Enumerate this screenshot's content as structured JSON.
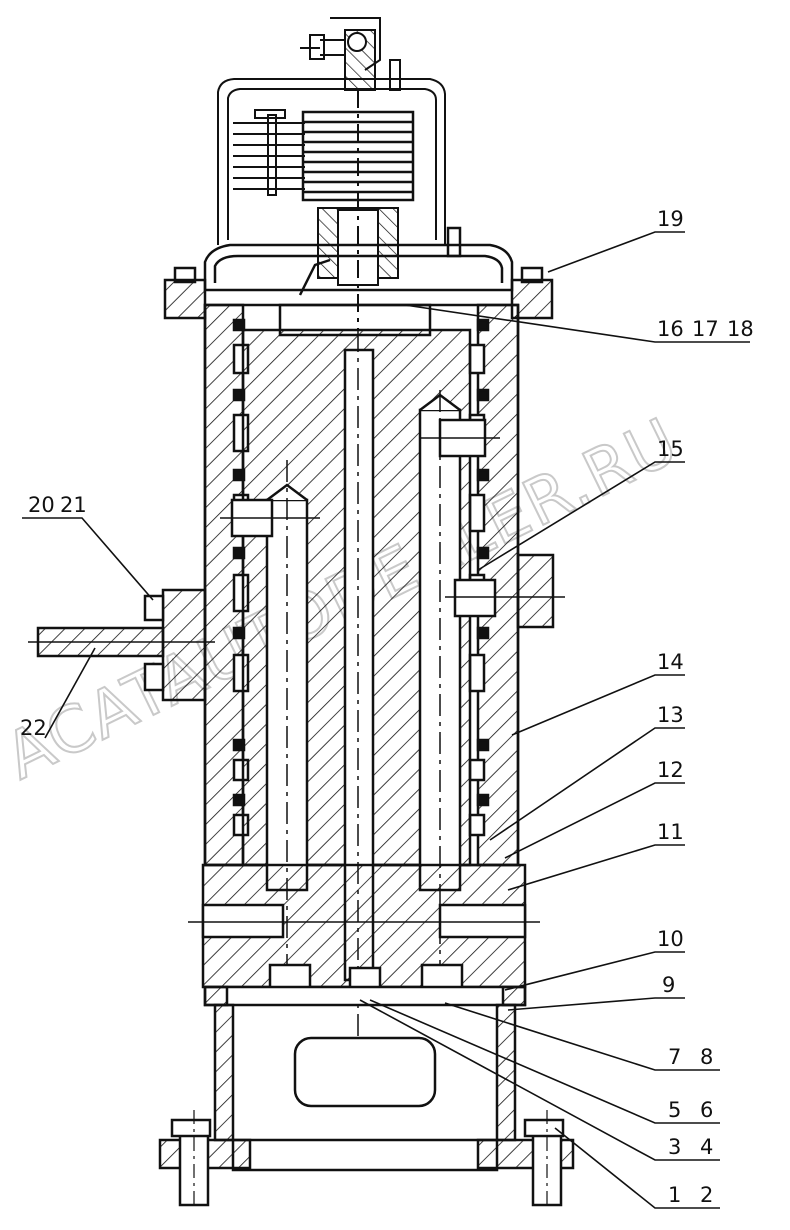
{
  "watermark": "ACATAUTODEALER.RU",
  "callouts": {
    "c19": "19",
    "c16": "16",
    "c17": "17",
    "c18": "18",
    "c15": "15",
    "c20": "20",
    "c21": "21",
    "c22": "22",
    "c14": "14",
    "c13": "13",
    "c12": "12",
    "c11": "11",
    "c10": "10",
    "c9": "9",
    "c7": "7",
    "c8": "8",
    "c5": "5",
    "c6": "6",
    "c3": "3",
    "c4": "4",
    "c1": "1",
    "c2": "2"
  }
}
